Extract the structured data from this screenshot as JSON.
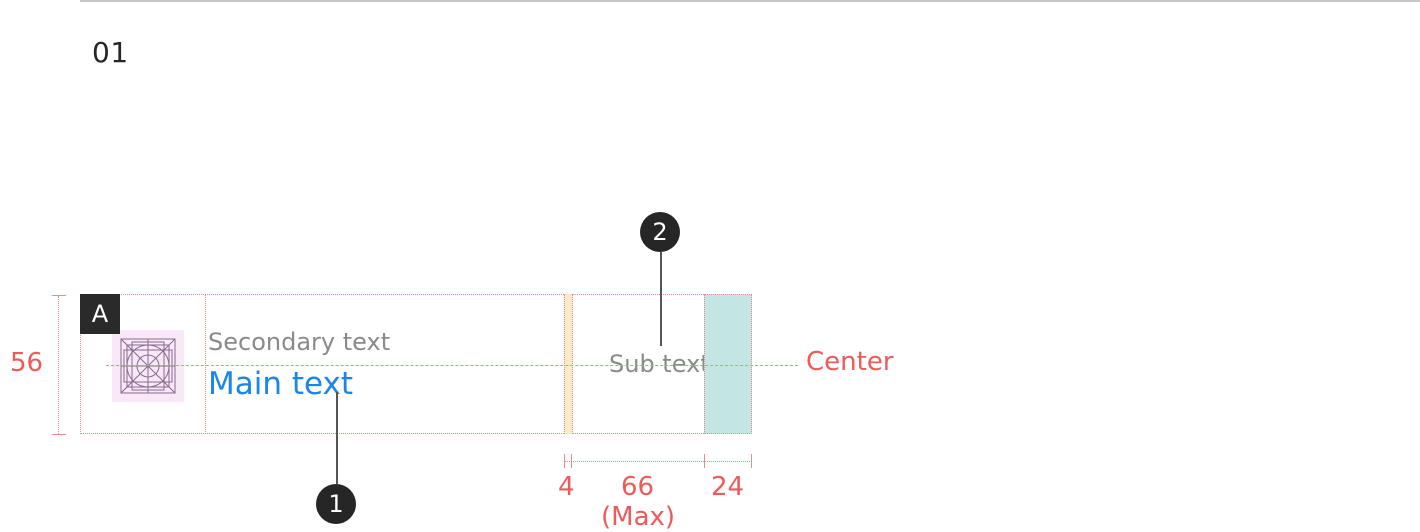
{
  "section_number": "01",
  "badge": "A",
  "list_item": {
    "secondary_text": "Secondary text",
    "main_text": "Main text",
    "sub_text": "Sub text"
  },
  "center_label": "Center",
  "dimensions": {
    "height": "56",
    "gap": "4",
    "sub_text_width": "66",
    "sub_text_width_note": "(Max)",
    "trailing": "24"
  },
  "callouts": {
    "main_text": "1",
    "sub_text": "2"
  },
  "colors": {
    "guide": "#ee5a5a",
    "main_text": "#1a86ea",
    "secondary_text": "#8a8a8a",
    "icon_bg": "#f8e8f8",
    "gap_fill": "#fdeac6",
    "trailing_fill": "#c4e6e2"
  },
  "icons": [
    "icon-placeholder-grid-icon"
  ]
}
